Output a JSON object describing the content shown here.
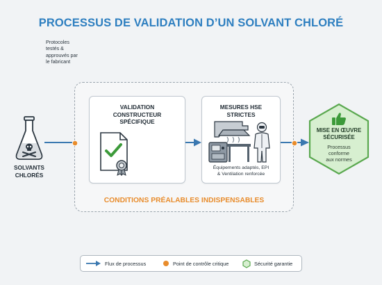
{
  "title": "PROCESSUS DE VALIDATION D’UN SOLVANT CHLORÉ",
  "source": {
    "label_line1": "SOLVANTS",
    "label_line2": "CHLORÉS",
    "icon": "toxic-flask-icon"
  },
  "step1": {
    "title_line1": "VALIDATION",
    "title_line2": "CONSTRUCTEUR",
    "title_line3": "SPÉCIFIQUE",
    "text_line1": "Protocoles",
    "text_line2": "testés &",
    "text_line3": "approuvés par",
    "text_line4": "le fabricant",
    "icon": "certified-document-icon"
  },
  "step2": {
    "title_line1": "MESURES HSE",
    "title_line2": "STRICTES",
    "text_line1": "Équipements adaptés, EPI",
    "text_line2": "& Ventilation renforcée",
    "icon": "ventilation-equipment-icon"
  },
  "conditions_label": "CONDITIONS PRÉALABLES INDISPENSABLES",
  "result": {
    "title_line1": "MISE EN ŒUVRE",
    "title_line2": "SÉCURISÉE",
    "text_line1": "Processus",
    "text_line2": "conforme",
    "text_line3": "aux normes",
    "icon": "thumbs-up-icon"
  },
  "legend": {
    "flow": "Flux de processus",
    "checkpoint": "Point de contrôle critique",
    "guarantee": "Sécurité garantie"
  },
  "colors": {
    "title": "#2e7fc0",
    "arrow": "#3a78b0",
    "checkpoint": "#e88c2c",
    "hexagon_fill": "#d7efd0",
    "hexagon_stroke": "#5aa84f"
  }
}
